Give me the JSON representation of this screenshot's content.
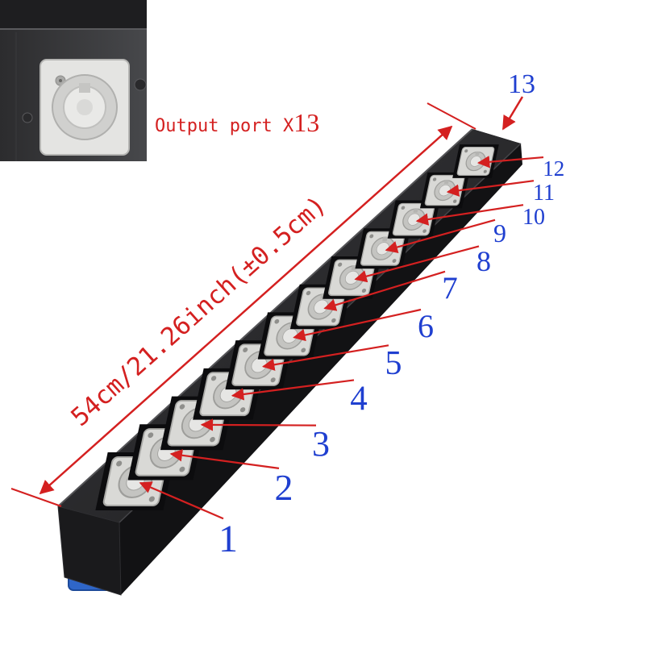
{
  "inset_caption": {
    "prefix": "Output port X",
    "count": "13"
  },
  "dimension_label": "54cm/21.26inch(±0.5cm)",
  "end_port_label": "13",
  "port_labels": [
    "1",
    "2",
    "3",
    "4",
    "5",
    "6",
    "7",
    "8",
    "9",
    "10",
    "11",
    "12"
  ],
  "colors": {
    "annotation_red": "#d42020",
    "label_blue": "#1f3fd0",
    "housing_black": "#1c1c1e",
    "connector_grey": "#d9d9d6",
    "input_connector_blue": "#2f66c8"
  }
}
